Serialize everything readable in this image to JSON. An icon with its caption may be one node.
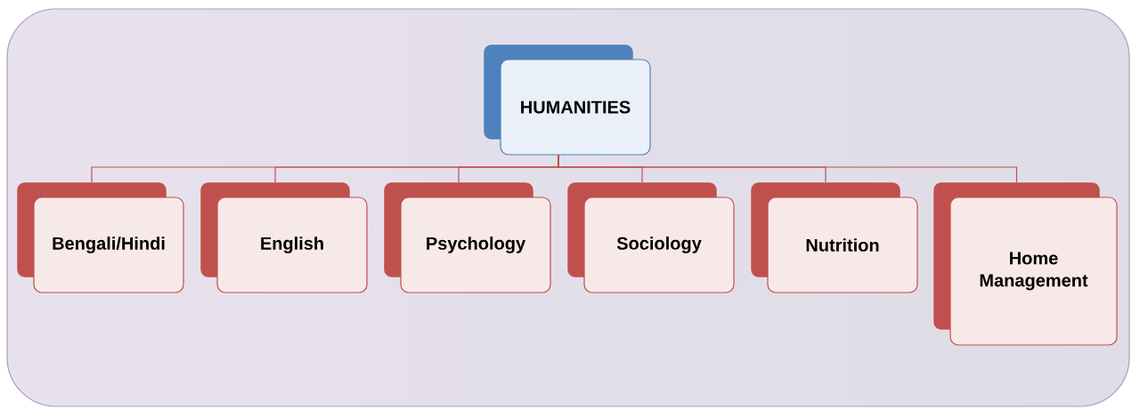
{
  "diagram": {
    "nodes": [
      {
        "text": [
          "HUMANITIES"
        ]
      },
      {
        "text": [
          "Bengali/Hindi"
        ]
      },
      {
        "text": [
          "English"
        ]
      },
      {
        "text": [
          "Psychology"
        ]
      },
      {
        "text": [
          "Sociology"
        ]
      },
      {
        "text": [
          "Nutrition"
        ]
      },
      {
        "text": [
          "Home Management"
        ]
      }
    ],
    "edges": [
      {
        "from": 0,
        "to": 1,
        "arrow": "none"
      },
      {
        "from": 0,
        "to": 2,
        "arrow": "none"
      },
      {
        "from": 0,
        "to": 3,
        "arrow": "none"
      },
      {
        "from": 0,
        "to": 4,
        "arrow": "none"
      },
      {
        "from": 0,
        "to": 5,
        "arrow": "none"
      },
      {
        "from": 0,
        "to": 6,
        "arrow": "none"
      }
    ]
  }
}
